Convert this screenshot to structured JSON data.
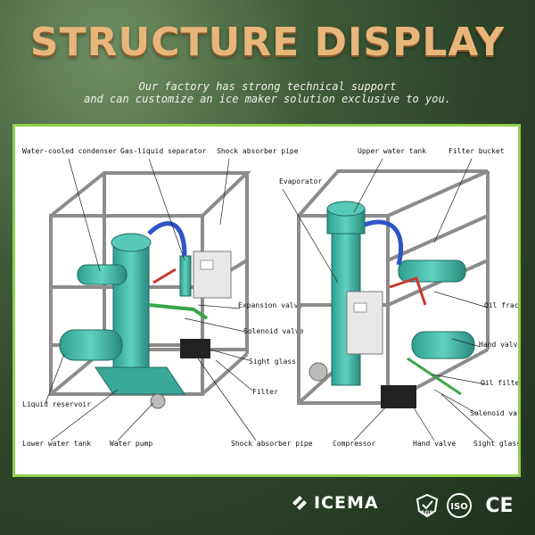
{
  "header": {
    "title": "STRUCTURE DISPLAY",
    "subtitle_line1": "Our factory has strong technical support",
    "subtitle_line2": "and can customize an ice maker solution exclusive to you."
  },
  "left_labels": {
    "water_cooled_condenser": "Water-cooled condenser",
    "gas_liquid_separator": "Gas-liquid separator",
    "shock_absorber_pipe_top": "Shock absorber pipe",
    "expansion_valve": "Expansion valve",
    "solenoid_valve": "Solenoid valve",
    "sight_glass": "Sight glass",
    "filter": "Filter",
    "liquid_reservoir": "Liquid reservoir",
    "lower_water_tank": "Lower water tank",
    "water_pump": "Water pump",
    "shock_absorber_pipe_bottom": "Shock absorber pipe"
  },
  "right_labels": {
    "upper_water_tank": "Upper water tank",
    "filter_bucket": "Filter bucket",
    "evaporator": "Evaporator",
    "oil_fraction": "Oil fraction",
    "hand_valve_top": "Hand valve",
    "oil_filter": "Oil filter",
    "solenoid_valve": "Solenoid valve",
    "compressor": "Compressor",
    "hand_valve_bottom": "Hand valve",
    "sight_glass": "Sight glass"
  },
  "footer": {
    "brand": "ICEMA",
    "cert_sgs": "SGS",
    "cert_iso": "ISO",
    "cert_ce": "CE"
  },
  "colors": {
    "title": "#e8b57a",
    "panel_border": "#8fd14a",
    "machine_teal": "#3fb7a6",
    "pipe_blue": "#2d55c8",
    "pipe_green": "#3aa64a",
    "pipe_red": "#c8392d",
    "frame_gray": "#9a9a9a"
  }
}
